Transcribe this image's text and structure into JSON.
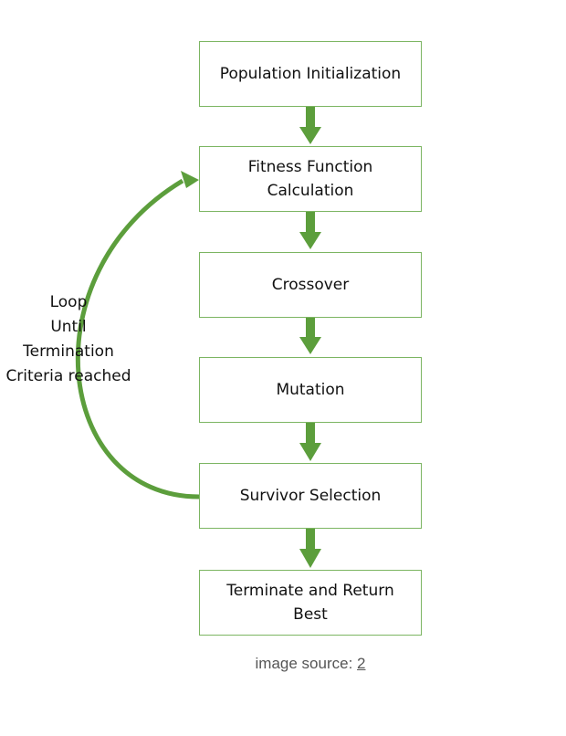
{
  "diagram": {
    "steps": [
      {
        "label": "Population Initialization"
      },
      {
        "label": "Fitness Function\nCalculation"
      },
      {
        "label": "Crossover"
      },
      {
        "label": "Mutation"
      },
      {
        "label": "Survivor Selection"
      },
      {
        "label": "Terminate and Return\nBest"
      }
    ],
    "loop_label": "Loop\nUntil\nTermination\nCriteria reached",
    "accent_color": "#5c9e3c",
    "border_color": "#7cb562"
  },
  "caption": {
    "prefix": "image source: ",
    "link": "2"
  }
}
